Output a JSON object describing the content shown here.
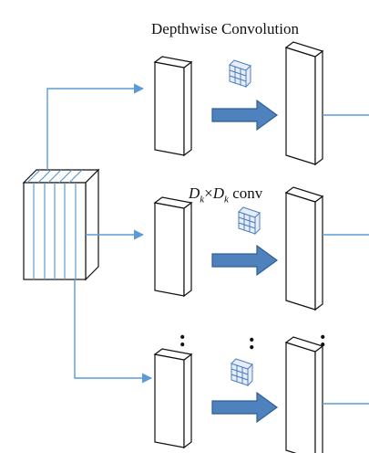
{
  "title": "Depthwise Convolution",
  "kernel_label": {
    "d": "D",
    "k": "k",
    "times": "×",
    "suffix": "conv"
  },
  "ellipsis": ":",
  "colors": {
    "connector": "#5b9bd5",
    "arrow_fill": "#4f81bd",
    "arrow_stroke": "#2f5f95",
    "kernel_fill": "#e6edf9",
    "kernel_line": "#4f81bd",
    "block_stroke": "#111111"
  },
  "rows": [
    "row-top",
    "row-middle",
    "row-bottom"
  ]
}
